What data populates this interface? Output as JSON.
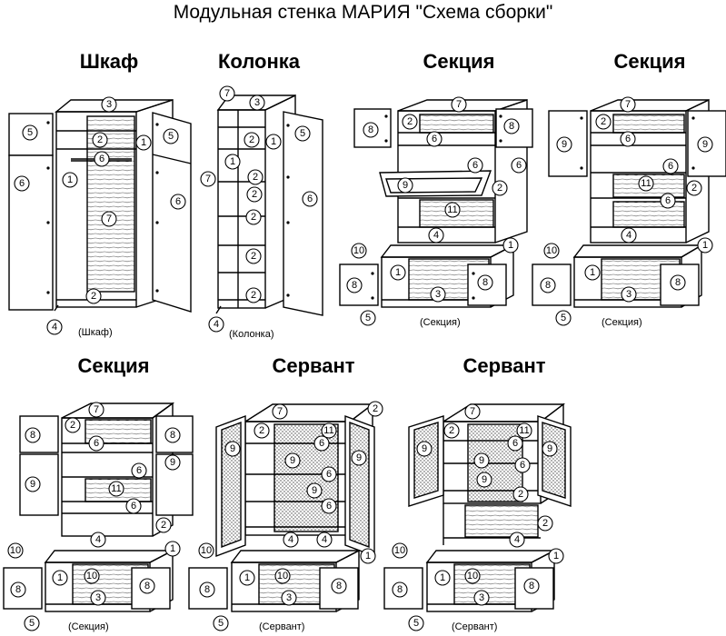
{
  "title": "Модульная стенка МАРИЯ \"Схема сборки\"",
  "units": [
    {
      "id": "wardrobe",
      "name": "Шкаф",
      "caption": "(Шкаф)"
    },
    {
      "id": "column",
      "name": "Колонка",
      "caption": "(Колонка)"
    },
    {
      "id": "section_a",
      "name": "Секция",
      "caption": "(Секция)"
    },
    {
      "id": "section_b",
      "name": "Секция",
      "caption": "(Секция)"
    },
    {
      "id": "section_c",
      "name": "Секция",
      "caption": "(Секция)"
    },
    {
      "id": "servant_a",
      "name": "Сервант",
      "caption": "(Сервант)"
    },
    {
      "id": "servant_b",
      "name": "Сервант",
      "caption": "(Сервант)"
    }
  ]
}
